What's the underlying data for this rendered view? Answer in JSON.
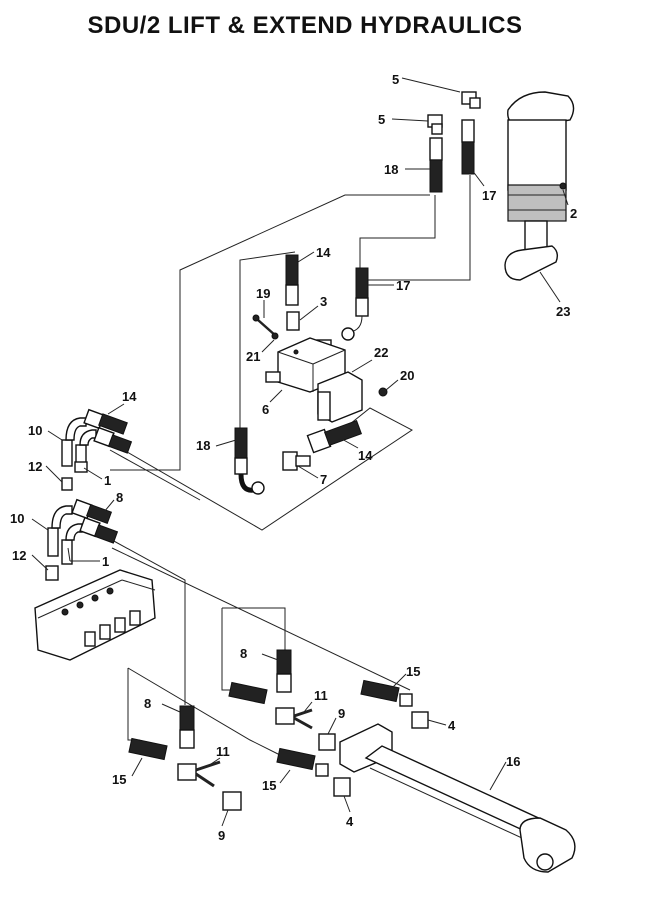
{
  "title": "SDU/2 LIFT & EXTEND HYDRAULICS",
  "callouts": [
    {
      "id": "c5a",
      "text": "5"
    },
    {
      "id": "c5b",
      "text": "5"
    },
    {
      "id": "c18a",
      "text": "18"
    },
    {
      "id": "c17a",
      "text": "17"
    },
    {
      "id": "c2",
      "text": "2"
    },
    {
      "id": "c23",
      "text": "23"
    },
    {
      "id": "c14a",
      "text": "14"
    },
    {
      "id": "c17b",
      "text": "17"
    },
    {
      "id": "c19",
      "text": "19"
    },
    {
      "id": "c3",
      "text": "3"
    },
    {
      "id": "c22",
      "text": "22"
    },
    {
      "id": "c21",
      "text": "21"
    },
    {
      "id": "c20",
      "text": "20"
    },
    {
      "id": "c6",
      "text": "6"
    },
    {
      "id": "c14b",
      "text": "14"
    },
    {
      "id": "c10a",
      "text": "10"
    },
    {
      "id": "c18b",
      "text": "18"
    },
    {
      "id": "c14c",
      "text": "14"
    },
    {
      "id": "c12a",
      "text": "12"
    },
    {
      "id": "c1a",
      "text": "1"
    },
    {
      "id": "c7",
      "text": "7"
    },
    {
      "id": "c8a",
      "text": "8"
    },
    {
      "id": "c10b",
      "text": "10"
    },
    {
      "id": "c1b",
      "text": "1"
    },
    {
      "id": "c12b",
      "text": "12"
    },
    {
      "id": "c8b",
      "text": "8"
    },
    {
      "id": "c15a",
      "text": "15"
    },
    {
      "id": "c11a",
      "text": "11"
    },
    {
      "id": "c9a",
      "text": "9"
    },
    {
      "id": "c4a",
      "text": "4"
    },
    {
      "id": "c8c",
      "text": "8"
    },
    {
      "id": "c16",
      "text": "16"
    },
    {
      "id": "c11b",
      "text": "11"
    },
    {
      "id": "c15b",
      "text": "15"
    },
    {
      "id": "c15c",
      "text": "15"
    },
    {
      "id": "c4b",
      "text": "4"
    },
    {
      "id": "c9b",
      "text": "9"
    }
  ]
}
